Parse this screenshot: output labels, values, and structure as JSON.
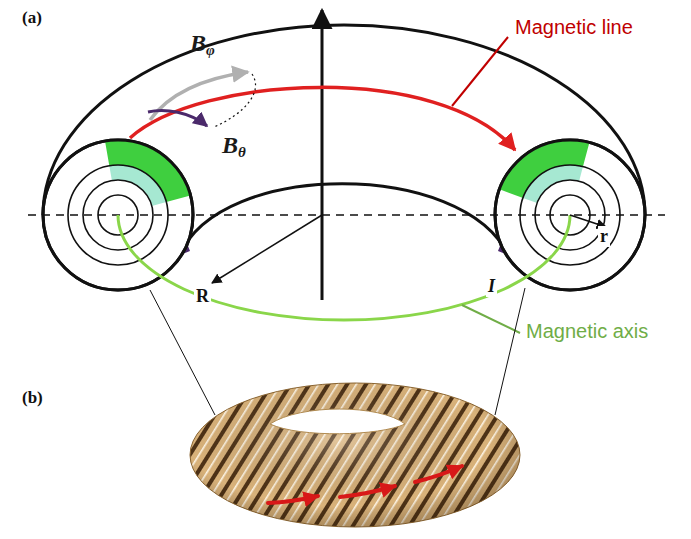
{
  "diagram": {
    "labels": [
      "(a)",
      "Magnetic line",
      "Bφ",
      "Bθ",
      "r",
      "R",
      "I",
      "Magnetic axis",
      "(b)"
    ]
  }
}
